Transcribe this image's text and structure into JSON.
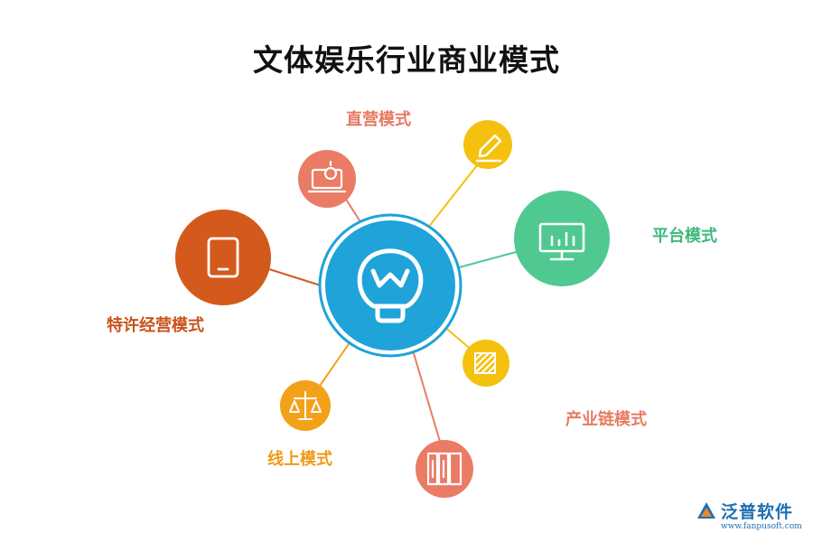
{
  "title": "文体娱乐行业商业模式",
  "center_icon": "lightbulb-w-icon",
  "nodes": [
    {
      "id": "direct",
      "label": "直营模式",
      "icon": "user-laptop-icon",
      "color": "#ea7b65"
    },
    {
      "id": "pencil",
      "label": "",
      "icon": "pencil-icon",
      "color": "#f4c10f"
    },
    {
      "id": "platform",
      "label": "平台模式",
      "icon": "monitor-chart-icon",
      "color": "#4fc990"
    },
    {
      "id": "franchise",
      "label": "特许经营模式",
      "icon": "tablet-icon",
      "color": "#d35a1c"
    },
    {
      "id": "pattern",
      "label": "",
      "icon": "striped-square-icon",
      "color": "#f4c10f"
    },
    {
      "id": "chain",
      "label": "产业链模式",
      "icon": "",
      "color": "#ea7b65"
    },
    {
      "id": "online",
      "label": "线上模式",
      "icon": "scale-icon",
      "color": "#f4a11a"
    },
    {
      "id": "books",
      "label": "",
      "icon": "books-icon",
      "color": "#ea7b65"
    }
  ],
  "colors": {
    "center": "#1fa3d8",
    "center_ring": "#1fa3d8",
    "label_direct": "#e87a63",
    "label_platform": "#3fb97c",
    "label_franchise": "#c9531b",
    "label_chain": "#e87a63",
    "label_online": "#f09a16"
  },
  "logo": {
    "name": "泛普软件",
    "url": "www.fanpusoft.com"
  }
}
